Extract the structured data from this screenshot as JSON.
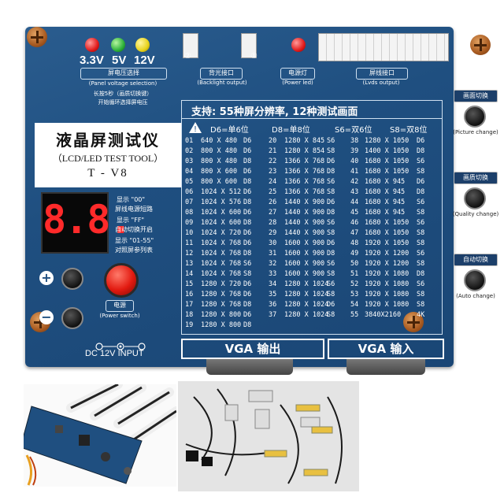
{
  "voltage": {
    "labels": [
      "3.3V",
      "5V",
      "12V"
    ],
    "colors": [
      "#e11b1b",
      "#2db13a",
      "#e8d21a"
    ],
    "title_cn": "屏电压选择",
    "title_en": "(Panel voltage selection)",
    "note1": "长按5秒（画质切换键）",
    "note2": "开始循环选择屏电压"
  },
  "connectors": {
    "backlight_cn": "背光接口",
    "backlight_en": "(Backlight output)",
    "power_cn": "电源灯",
    "power_en": "(Power led)",
    "lvds_cn": "屏线接口",
    "lvds_en": "(Lvds output)",
    "num2": "②",
    "num1": "①"
  },
  "title": {
    "cn": "液晶屏测试仪",
    "en": "（LCD/LED TEST TOOL）",
    "model": "T - V8"
  },
  "display": {
    "value": "8.8.",
    "d1": "显示 \"00\"",
    "d2": "屏线电源短路",
    "d3": "显示 \"FF\"",
    "d4": "自动切换开启",
    "d5": "显示 \"01-55\"",
    "d6": "对照屏参列表"
  },
  "controls": {
    "plus": "+",
    "minus": "−",
    "power_cn": "电源",
    "power_en": "(Power switch)",
    "dc": "DC 12V INPUT"
  },
  "table": {
    "header": "支持: 55种屏分辨率, 12种测试画面",
    "col_headers": [
      "D6=单6位",
      "D8=单8位",
      "S6=双6位",
      "S8=双8位"
    ],
    "col1": [
      [
        "01",
        "640 X 480",
        "D6"
      ],
      [
        "02",
        "800 X 480",
        "D6"
      ],
      [
        "03",
        "800 X 480",
        "D8"
      ],
      [
        "04",
        "800 X 600",
        "D6"
      ],
      [
        "05",
        "800 X 600",
        "D8"
      ],
      [
        "06",
        "1024 X 512",
        "D6"
      ],
      [
        "07",
        "1024 X 576",
        "D8"
      ],
      [
        "08",
        "1024 X 600",
        "D6"
      ],
      [
        "09",
        "1024 X 600",
        "D8"
      ],
      [
        "10",
        "1024 X 720",
        "D6"
      ],
      [
        "11",
        "1024 X 768",
        "D6"
      ],
      [
        "12",
        "1024 X 768",
        "D8"
      ],
      [
        "13",
        "1024 X 768",
        "S6"
      ],
      [
        "14",
        "1024 X 768",
        "S8"
      ],
      [
        "15",
        "1280 X 720",
        "D6"
      ],
      [
        "16",
        "1280 X 768",
        "D6"
      ],
      [
        "17",
        "1280 X 768",
        "D8"
      ],
      [
        "18",
        "1280 X 800",
        "D6"
      ],
      [
        "19",
        "1280 X 800",
        "D8"
      ]
    ],
    "col2": [
      [
        "20",
        "1280 X 845",
        "S6"
      ],
      [
        "21",
        "1280 X 854",
        "S8"
      ],
      [
        "22",
        "1366 X 768",
        "D6"
      ],
      [
        "23",
        "1366 X 768",
        "D8"
      ],
      [
        "24",
        "1366 X 768",
        "S6"
      ],
      [
        "25",
        "1366 X 768",
        "S8"
      ],
      [
        "26",
        "1440 X 900",
        "D6"
      ],
      [
        "27",
        "1440 X 900",
        "D8"
      ],
      [
        "28",
        "1440 X 900",
        "S6"
      ],
      [
        "29",
        "1440 X 900",
        "S8"
      ],
      [
        "30",
        "1600 X 900",
        "D6"
      ],
      [
        "31",
        "1600 X 900",
        "D8"
      ],
      [
        "32",
        "1600 X 900",
        "S6"
      ],
      [
        "33",
        "1600 X 900",
        "S8"
      ],
      [
        "34",
        "1280 X 1024",
        "S6"
      ],
      [
        "35",
        "1280 X 1024",
        "S8"
      ],
      [
        "36",
        "1280 X 1024",
        "D6"
      ],
      [
        "37",
        "1280 X 1024",
        "S8"
      ]
    ],
    "col3": [
      [
        "38",
        "1280 X 1050",
        "D6"
      ],
      [
        "39",
        "1400 X 1050",
        "D8"
      ],
      [
        "40",
        "1680 X 1050",
        "S6"
      ],
      [
        "41",
        "1680 X 1050",
        "S8"
      ],
      [
        "42",
        "1680 X 945",
        "D6"
      ],
      [
        "43",
        "1680 X 945",
        "D8"
      ],
      [
        "44",
        "1680 X 945",
        "S6"
      ],
      [
        "45",
        "1680 X 945",
        "S8"
      ],
      [
        "46",
        "1680 X 1050",
        "S6"
      ],
      [
        "47",
        "1680 X 1050",
        "S8"
      ],
      [
        "48",
        "1920 X 1050",
        "S8"
      ],
      [
        "49",
        "1920 X 1200",
        "S6"
      ],
      [
        "50",
        "1920 X 1200",
        "S8"
      ],
      [
        "51",
        "1920 X 1080",
        "D8"
      ],
      [
        "52",
        "1920 X 1080",
        "S6"
      ],
      [
        "53",
        "1920 X 1080",
        "S8"
      ],
      [
        "54",
        "1920 X 1080",
        "S8"
      ],
      [
        "55",
        "3840X2160",
        "4K"
      ]
    ]
  },
  "side": {
    "picture_cn": "画面切换",
    "picture_en": "(Picture change)",
    "quality_cn": "画质切换",
    "quality_en": "(Quality change)",
    "auto_cn": "自动切换",
    "auto_en": "(Auto change)"
  },
  "vga": {
    "out": "VGA 输出",
    "in": "VGA 输入"
  },
  "warning_icon": "warning-triangle-icon"
}
